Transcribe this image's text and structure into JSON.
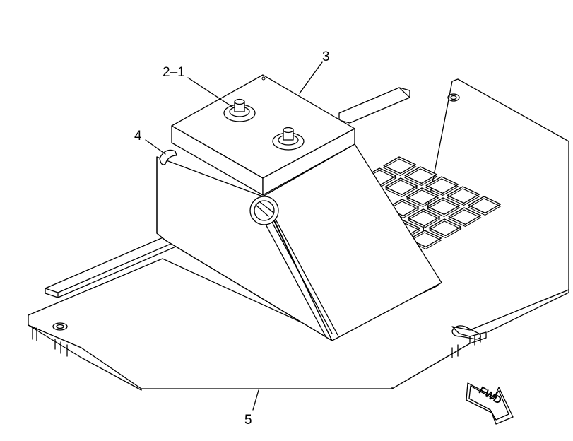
{
  "callouts": {
    "c21": "2–1",
    "c3": "3",
    "c4": "4",
    "c5": "5"
  },
  "direction_arrow": {
    "label": "FWD",
    "icon": "forward-arrow-icon"
  }
}
